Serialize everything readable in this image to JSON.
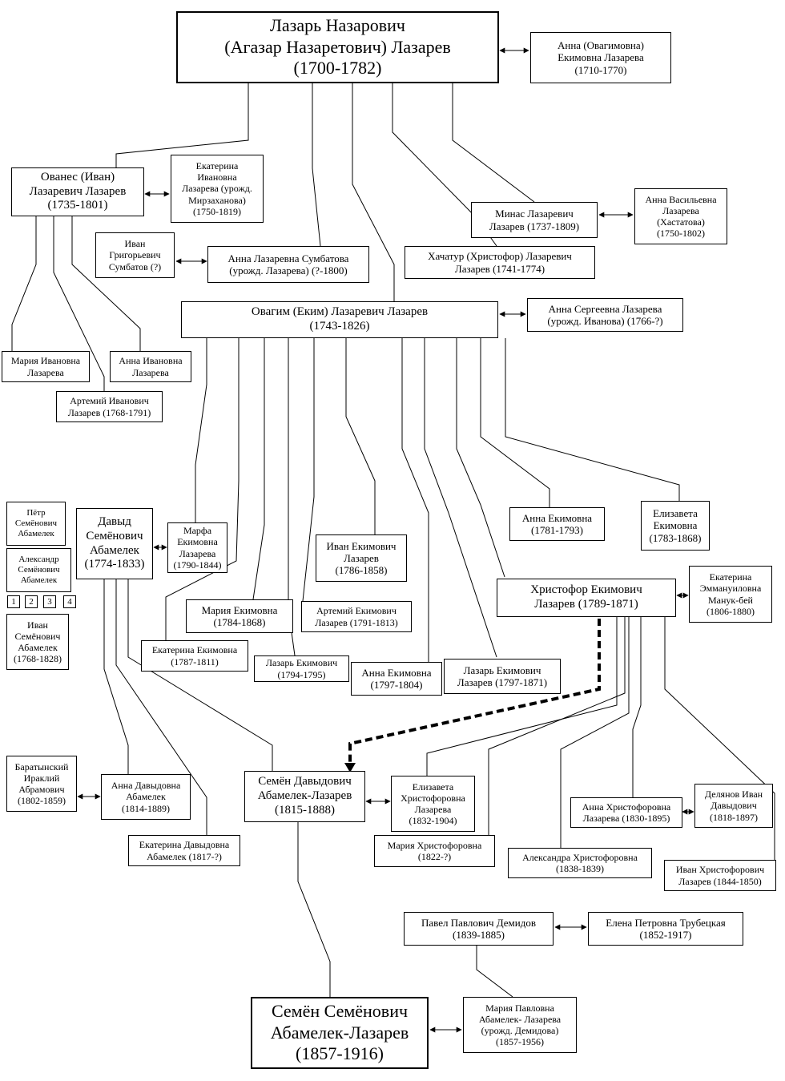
{
  "people": {
    "lazar_nazarovich": [
      "Лазарь Назарович",
      "(Агазар Назаретович) Лазарев",
      "(1700-1782)"
    ],
    "anna_ovagimovna": [
      "Анна (Овагимовна)",
      "Екимовна Лазарева",
      "(1710-1770)"
    ],
    "ovanes": [
      "Ованес (Иван)",
      "Лазаревич Лазарев",
      "(1735-1801)"
    ],
    "ekaterina_mirzakhanova": [
      "Екатерина",
      "Ивановна",
      "Лазарева (урожд.",
      "Мирзаханова)",
      "(1750-1819)"
    ],
    "ivan_sumbatov": [
      "Иван",
      "Григорьевич",
      "Сумбатов (?)"
    ],
    "anna_sumbatova": [
      "Анна Лазаревна Сумбатова",
      "(урожд. Лазарева) (?-1800)"
    ],
    "minas": [
      "Минас Лазаревич",
      "Лазарев (1737-1809)"
    ],
    "anna_khastatova": [
      "Анна Васильевна",
      "Лазарева",
      "(Хастатова)",
      "(1750-1802)"
    ],
    "khachatur": [
      "Хачатур (Христофор) Лазаревич",
      "Лазарев (1741-1774)"
    ],
    "ovagim": [
      "Овагим (Еким) Лазаревич Лазарев",
      "(1743-1826)"
    ],
    "anna_sergeevna": [
      "Анна Сергеевна Лазарева",
      "(урожд. Иванова) (1766-?)"
    ],
    "maria_ivanovna": [
      "Мария Ивановна",
      "Лазарева"
    ],
    "anna_ivanovna": [
      "Анна Ивановна",
      "Лазарева"
    ],
    "artemy_ivanovich": [
      "Артемий Иванович",
      "Лазарев (1768-1791)"
    ],
    "petr_abamelek": [
      "Пётр",
      "Семёнович",
      "Абамелек"
    ],
    "alexandr_abamelek": [
      "Александр",
      "Семёнович",
      "Абамелек"
    ],
    "ivan_abamelek": [
      "Иван",
      "Семёнович",
      "Абамелек",
      "(1768-1828)"
    ],
    "numbers": [
      "1",
      "2",
      "3",
      "4"
    ],
    "david": [
      "Давыд",
      "Семёнович",
      "Абамелек",
      "(1774-1833)"
    ],
    "marfa": [
      "Марфа",
      "Екимовна",
      "Лазарева",
      "(1790-1844)"
    ],
    "anna_ekimovna_1781": [
      "Анна Екимовна",
      "(1781-1793)"
    ],
    "elizaveta_ekimovna": [
      "Елизавета",
      "Екимовна",
      "(1783-1868)"
    ],
    "ivan_ekimovich": [
      "Иван Екимович",
      "Лазарев",
      "(1786-1858)"
    ],
    "maria_ekimovna": [
      "Мария Екимовна",
      "(1784-1868)"
    ],
    "artemy_ekimovich": [
      "Артемий Екимович",
      "Лазарев (1791-1813)"
    ],
    "khristofor": [
      "Христофор Екимович",
      "Лазарев (1789-1871)"
    ],
    "ekaterina_manuk": [
      "Екатерина",
      "Эммануиловна",
      "Манук-бей",
      "(1806-1880)"
    ],
    "ekaterina_ekimovna": [
      "Екатерина Екимовна",
      "(1787-1811)"
    ],
    "lazar_ekimovich_1794": [
      "Лазарь Екимович",
      "(1794-1795)"
    ],
    "anna_ekimovna_1797": [
      "Анна Екимовна",
      "(1797-1804)"
    ],
    "lazar_ekimovich_1797": [
      "Лазарь Екимович",
      "Лазарев (1797-1871)"
    ],
    "baratynsky": [
      "Баратынский",
      "Ираклий",
      "Абрамович",
      "(1802-1859)"
    ],
    "anna_davydovna": [
      "Анна Давыдовна",
      "Абамелек",
      "(1814-1889)"
    ],
    "semen_davydovich": [
      "Семён Давыдович",
      "Абамелек-Лазарев",
      "(1815-1888)"
    ],
    "elizaveta_khristoforovna": [
      "Елизавета",
      "Христофоровна",
      "Лазарева",
      "(1832-1904)"
    ],
    "ekaterina_davydovna": [
      "Екатерина Давыдовна",
      "Абамелек (1817-?)"
    ],
    "maria_khristoforovna": [
      "Мария Христофоровна",
      "(1822-?)"
    ],
    "anna_khristoforovna": [
      "Анна Христофоровна",
      "Лазарева (1830-1895)"
    ],
    "delyanov": [
      "Делянов Иван",
      "Давыдович",
      "(1818-1897)"
    ],
    "alexandra_khristoforovna": [
      "Александра Христофоровна",
      "(1838-1839)"
    ],
    "ivan_khristoforovich": [
      "Иван Христофорович",
      "Лазарев (1844-1850)"
    ],
    "pavel_demidov": [
      "Павел Павлович Демидов",
      "(1839-1885)"
    ],
    "elena_trubetskaya": [
      "Елена Петровна Трубецкая",
      "(1852-1917)"
    ],
    "semen_semenovich": [
      "Семён Семёнович",
      "Абамелек-Лазарев",
      "(1857-1916)"
    ],
    "maria_pavlovna": [
      "Мария Павловна",
      "Абамелек- Лазарева",
      "(урожд. Демидова)",
      "(1857-1956)"
    ]
  }
}
